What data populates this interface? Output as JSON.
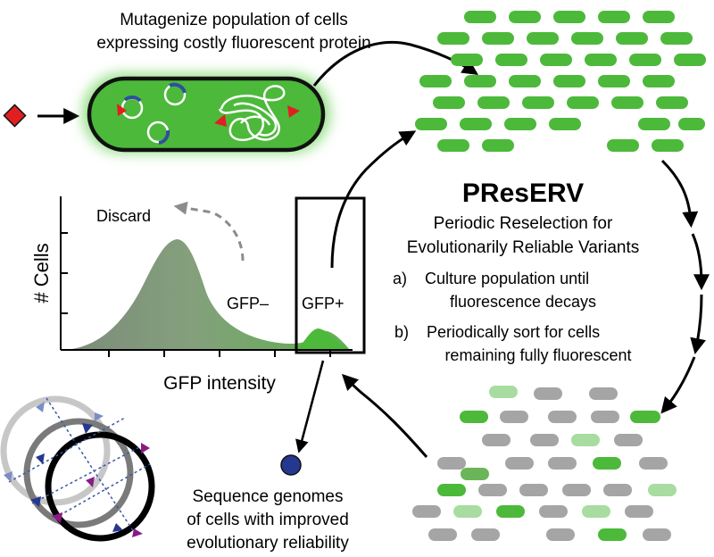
{
  "header": {
    "line1": "Mutagenize population of cells",
    "line2": "expressing costly fluorescent protein"
  },
  "method": {
    "name": "PResERV",
    "subtitle_line1": "Periodic Reselection for",
    "subtitle_line2": "Evolutionarily Reliable Variants",
    "step_a_marker": "a)",
    "step_a_line1": "Culture population until",
    "step_a_line2": "fluorescence decays",
    "step_b_marker": "b)",
    "step_b_line1": "Periodically sort for cells",
    "step_b_line2": "remaining fully fluorescent"
  },
  "histogram": {
    "ylabel": "# Cells",
    "xlabel": "GFP intensity",
    "neg_label": "GFP–",
    "pos_label": "GFP+",
    "discard_label": "Discard"
  },
  "sequencing": {
    "line1": "Sequence genomes",
    "line2": "of cells with improved",
    "line3": "evolutionary reliability"
  },
  "colors": {
    "gfp_green": "#4cb93a",
    "pale_green": "#a8dca0",
    "lost_gray": "#a5a5a5",
    "mutagen_red": "#e02020",
    "plasmid_blue": "#2e4f9e",
    "genome_dot": "#25388f",
    "site_purple": "#8a1a86"
  },
  "icons": {
    "mutagen": "red-diamond-icon",
    "genome": "blue-circle-icon"
  }
}
